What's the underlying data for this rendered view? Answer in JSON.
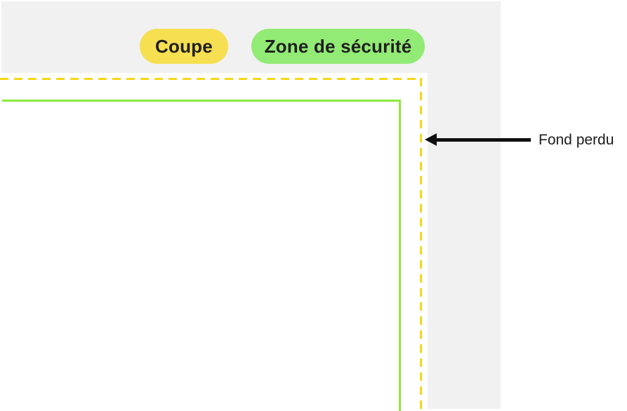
{
  "diagram": {
    "legend": [
      {
        "id": "coupe",
        "label": "Coupe",
        "pill_color": "#f6df51",
        "line_style": "dashed",
        "line_color": "#f5d717"
      },
      {
        "id": "zone-securite",
        "label": "Zone de sécurité",
        "pill_color": "#92eb75",
        "line_style": "solid",
        "line_color": "#8de93c"
      }
    ],
    "annotations": [
      {
        "id": "fond-perdu",
        "label": "Fond perdu",
        "arrow_color": "#0f0f0f"
      }
    ],
    "colors": {
      "bleed_background": "#f1f1f1",
      "page_background": "#ffffff",
      "text": "#1f1f1f"
    }
  }
}
